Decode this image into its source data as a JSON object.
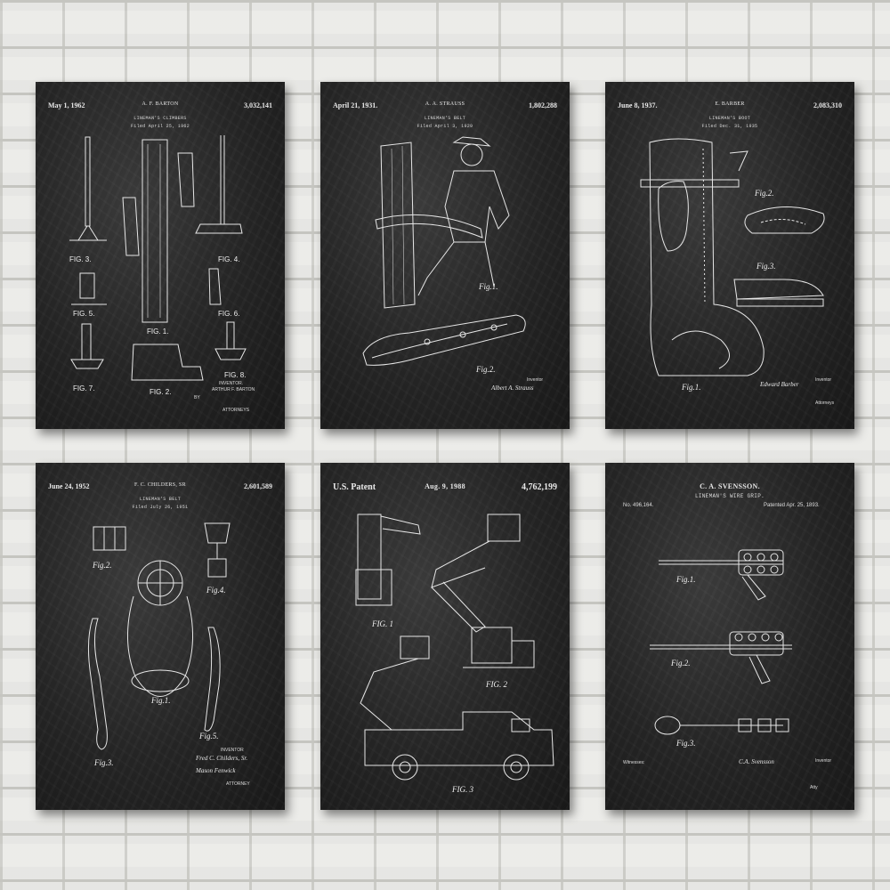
{
  "posters": [
    {
      "date": "May 1, 1962",
      "inventor_header": "A. F. BARTON",
      "number": "3,032,141",
      "title": "LINEMAN'S CLIMBERS",
      "filed": "Filed April 25, 1962",
      "figures": [
        "FIG. 3.",
        "FIG. 4.",
        "FIG. 5.",
        "FIG. 1.",
        "FIG. 6.",
        "FIG. 7.",
        "FIG. 2.",
        "FIG. 8."
      ],
      "inventor_label": "INVENTOR.",
      "inventor_name": "ARTHUR F. BARTON",
      "by": "BY",
      "attorneys": "ATTORNEYS"
    },
    {
      "date": "April 21, 1931.",
      "inventor_header": "A. A. STRAUSS",
      "number": "1,802,288",
      "title": "LINEMAN'S BELT",
      "filed": "Filed April 3, 1929",
      "figures": [
        "Fig.1.",
        "Fig.2."
      ],
      "inventor_label": "Inventor",
      "signature": "Albert A. Strauss"
    },
    {
      "date": "June 8, 1937.",
      "inventor_header": "E. BARBER",
      "number": "2,083,310",
      "title": "LINEMAN'S BOOT",
      "filed": "Filed Dec. 31, 1935",
      "figures": [
        "Fig.2.",
        "Fig.3.",
        "Fig.1."
      ],
      "inventor_label": "Inventor",
      "signature": "Edward Barber",
      "attorneys": "Attorneys"
    },
    {
      "date": "June 24, 1952",
      "inventor_header": "F. C. CHILDERS, SR",
      "number": "2,601,589",
      "title": "LINEMAN'S BELT",
      "filed": "Filed July 26, 1951",
      "figures": [
        "Fig.2.",
        "Fig.4.",
        "Fig.1.",
        "Fig.5.",
        "Fig.3."
      ],
      "inventor_label": "INVENTOR",
      "signature": "Fred C. Childers, Sr.",
      "attorney_signature": "Mason Fenwick",
      "attorneys": "ATTORNEY"
    },
    {
      "label": "U.S. Patent",
      "date": "Aug. 9, 1988",
      "number": "4,762,199",
      "figures": [
        "FIG. 1",
        "FIG. 2",
        "FIG. 3"
      ]
    },
    {
      "inventor_header": "C. A. SVENSSON.",
      "title": "LINEMAN'S WIRE GRIP.",
      "number": "No. 496,164.",
      "patented": "Patented Apr. 25, 1893.",
      "figures": [
        "Fig.1.",
        "Fig.2.",
        "Fig.3."
      ],
      "witnesses": "Witnesses:",
      "inventor_label": "Inventor",
      "signature": "C.A. Svensson",
      "attorneys": "Atty"
    }
  ]
}
